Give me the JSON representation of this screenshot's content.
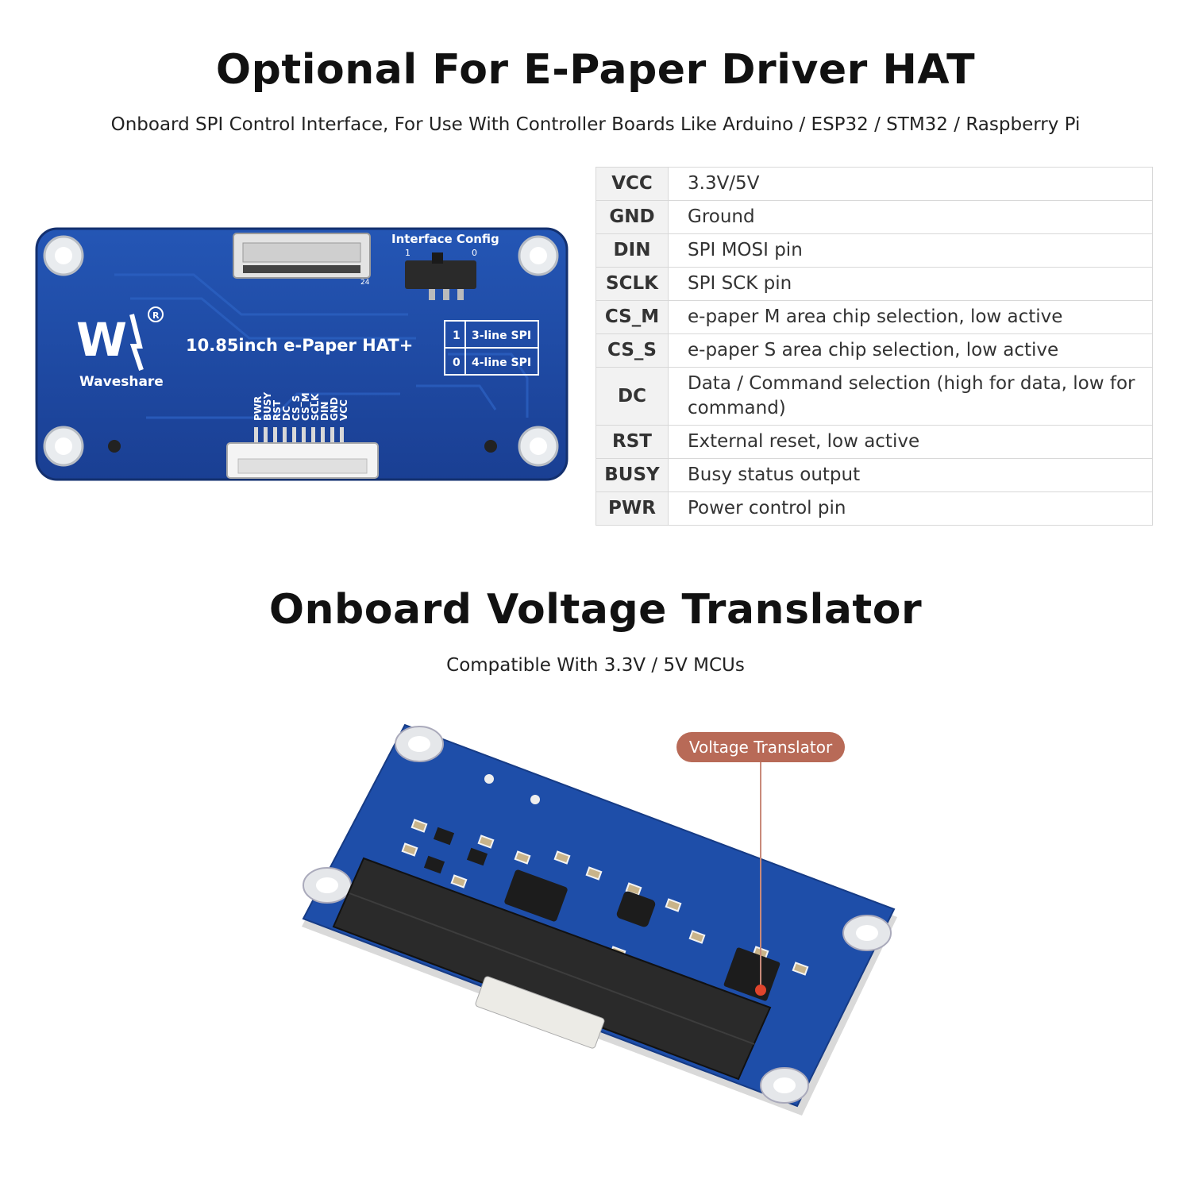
{
  "section1": {
    "title": "Optional For E-Paper Driver HAT",
    "subtitle": "Onboard SPI Control Interface, For Use With Controller Boards Like Arduino / ESP32 / STM32 / Raspberry Pi"
  },
  "pins": [
    {
      "pin": "VCC",
      "desc": "3.3V/5V"
    },
    {
      "pin": "GND",
      "desc": "Ground"
    },
    {
      "pin": "DIN",
      "desc": "SPI MOSI pin"
    },
    {
      "pin": "SCLK",
      "desc": "SPI SCK pin"
    },
    {
      "pin": "CS_M",
      "desc": "e-paper M area chip selection, low active"
    },
    {
      "pin": "CS_S",
      "desc": "e-paper S area chip selection, low active"
    },
    {
      "pin": "DC",
      "desc": "Data / Command selection (high for data, low for command)"
    },
    {
      "pin": "RST",
      "desc": "External reset, low active"
    },
    {
      "pin": "BUSY",
      "desc": "Busy status output"
    },
    {
      "pin": "PWR",
      "desc": "Power control pin"
    }
  ],
  "board1": {
    "product": "10.85inch e-Paper HAT+",
    "brand": "Waveshare",
    "interface_config": "Interface Config",
    "switch_1": "1",
    "switch_0": "0",
    "connector_pin": "24",
    "spi_rows": [
      {
        "val": "1",
        "mode": "3-line SPI"
      },
      {
        "val": "0",
        "mode": "4-line SPI"
      }
    ],
    "pin_labels": [
      "PWR",
      "BUSY",
      "RST",
      "DC",
      "CS_S",
      "CS_M",
      "SCLK",
      "DIN",
      "GND",
      "VCC"
    ]
  },
  "section2": {
    "title": "Onboard Voltage Translator",
    "subtitle": "Compatible With 3.3V / 5V MCUs",
    "callout": "Voltage Translator"
  },
  "colors": {
    "pcb": "#1f4aa3",
    "callout": "#b86a57",
    "table_border": "#d8d8d8"
  }
}
